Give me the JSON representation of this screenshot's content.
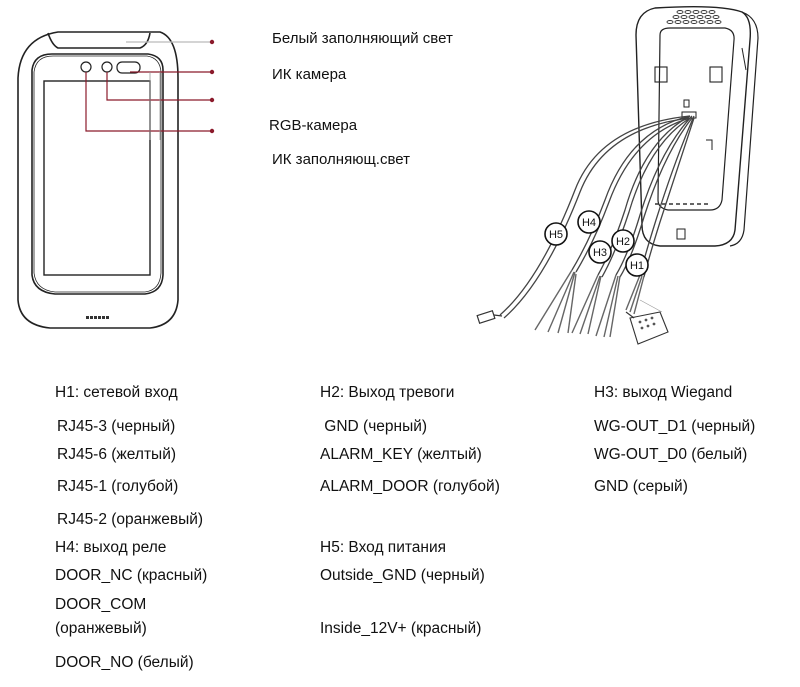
{
  "front_view": {
    "callouts": [
      {
        "label": "Белый заполняющий свет"
      },
      {
        "label": "ИК камера"
      },
      {
        "label": ""
      },
      {
        "label": "RGB-камера"
      },
      {
        "label": "ИК заполняющ.свет"
      }
    ],
    "leader_color": "#8b1a2b"
  },
  "back_view": {
    "harness_labels": [
      "H5",
      "H4",
      "H3",
      "H2",
      "H1"
    ]
  },
  "connectors": {
    "h1": {
      "title": "H1: сетевой вход",
      "pins": [
        "RJ45-3  (черный)",
        "RJ45-6  (желтый)",
        "RJ45-1 (голубой)",
        "RJ45-2 (оранжевый)"
      ]
    },
    "h2": {
      "title": "H2: Выход тревоги",
      "pins": [
        " GND (черный)",
        "ALARM_KEY (желтый)",
        "ALARM_DOOR (голубой)"
      ]
    },
    "h3": {
      "title": "H3: выход Wiegand",
      "pins": [
        "WG-OUT_D1 (черный)",
        "WG-OUT_D0 (белый)",
        "GND (серый)"
      ]
    },
    "h4": {
      "title": "H4: выход реле",
      "pins": [
        "DOOR_NC (красный)",
        "DOOR_COM",
        "(оранжевый)",
        "DOOR_NO (белый)"
      ]
    },
    "h5": {
      "title": "H5: Вход питания",
      "pins": [
        "Outside_GND (черный)",
        "Inside_12V+ (красный)"
      ]
    }
  }
}
